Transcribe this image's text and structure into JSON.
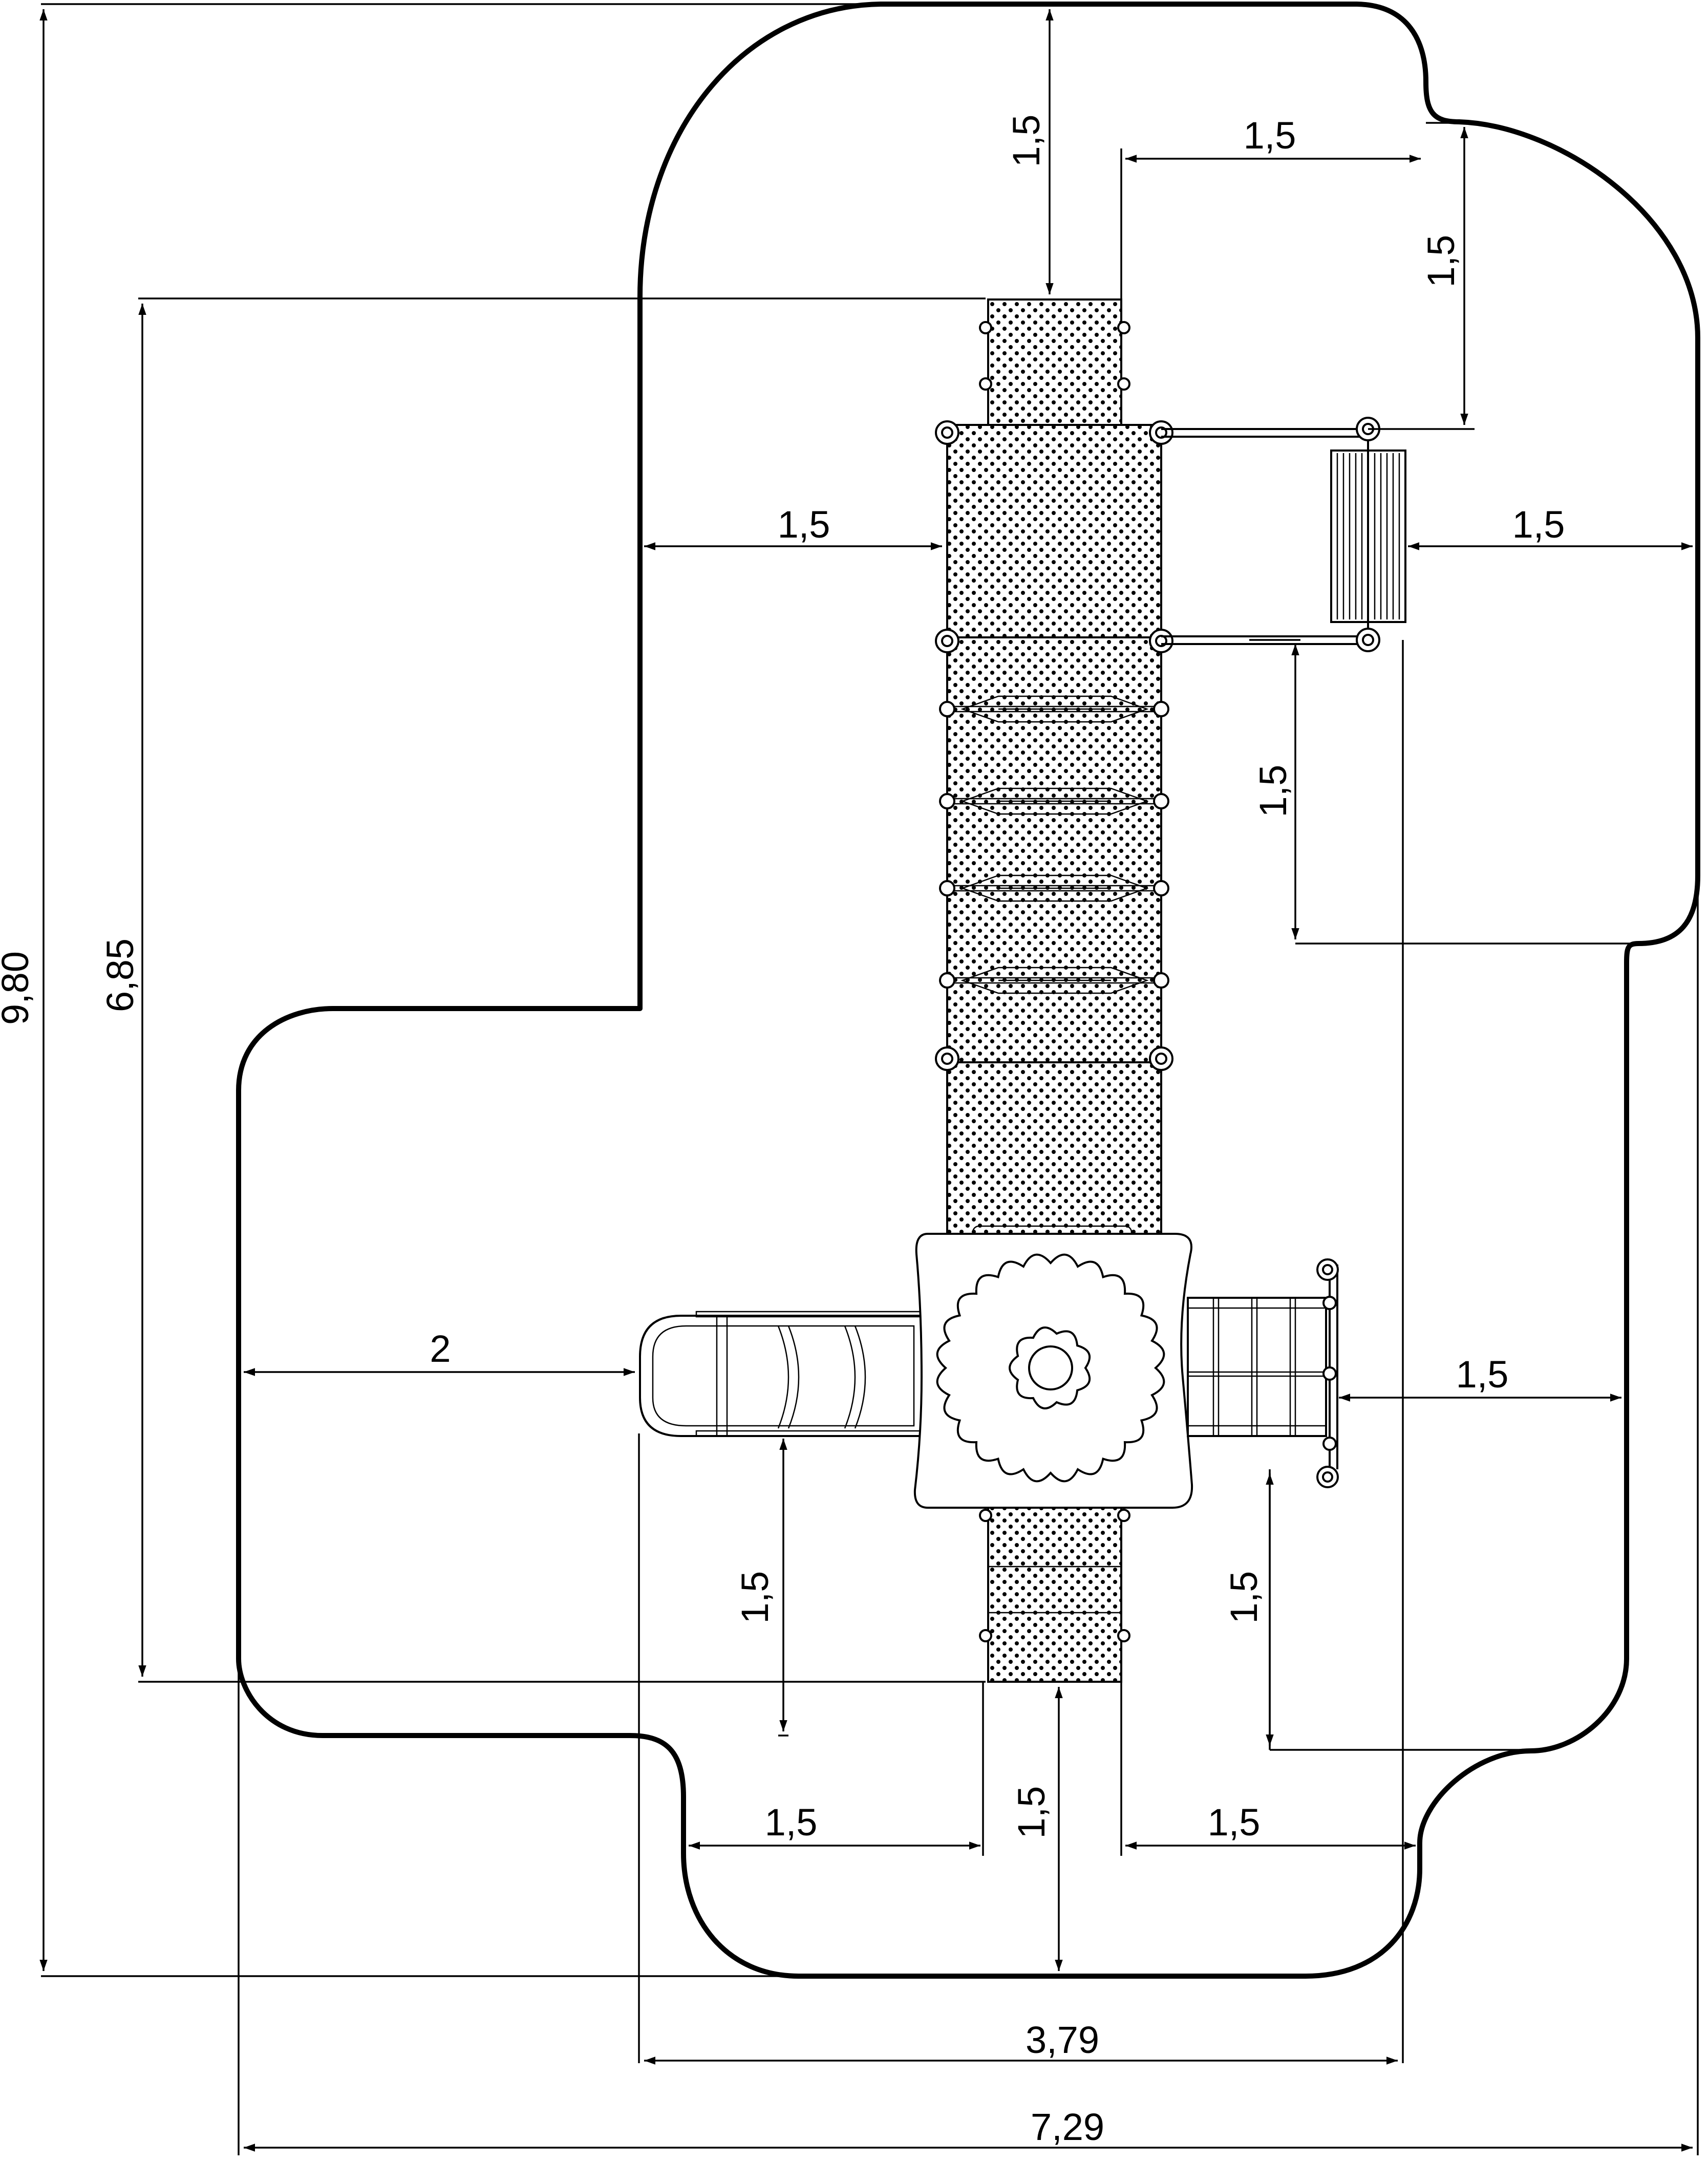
{
  "drawing": {
    "type": "playground safety-zone plan",
    "dimensions": {
      "total_height": "9,80",
      "structure_length": "6,85",
      "total_width": "7,29",
      "structure_width": "3,79",
      "slide_clearance": "2",
      "clearance_top": "1,5",
      "clearance_top_right_h": "1,5",
      "clearance_top_right_v": "1,5",
      "clearance_left_upper": "1,5",
      "clearance_right_upper": "1,5",
      "clearance_right_mid_v": "1,5",
      "clearance_right_lower": "1,5",
      "clearance_slide_v": "1,5",
      "clearance_net_v": "1,5",
      "clearance_bottom_left": "1,5",
      "clearance_bottom_v": "1,5",
      "clearance_bottom_right": "1,5"
    },
    "components": [
      "entry-ramp-top",
      "upper-platform",
      "rope-bridge",
      "lower-platform",
      "roof-tower",
      "tube-slide",
      "climbing-net",
      "bottom-ramp",
      "side-bench"
    ]
  }
}
